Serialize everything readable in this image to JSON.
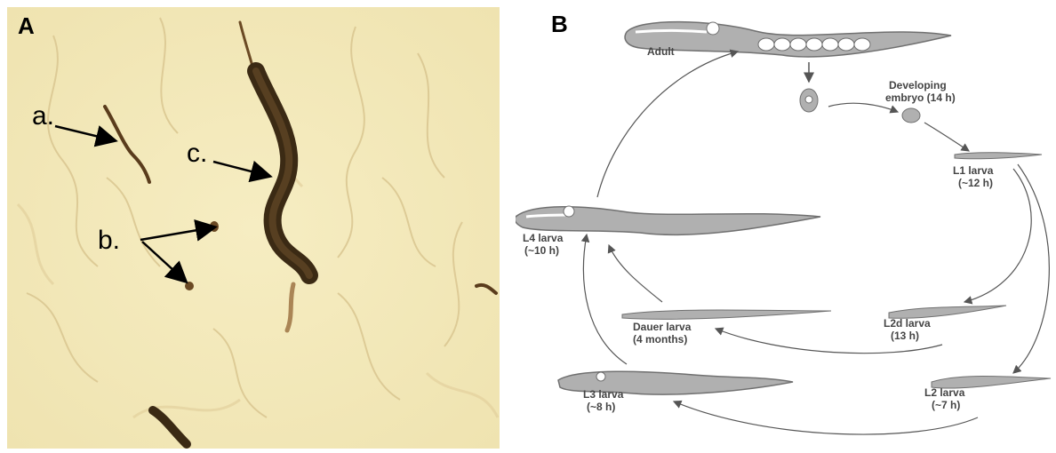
{
  "panel_a": {
    "letter": "A",
    "labels": {
      "a": "a.",
      "b": "b.",
      "c": "c."
    },
    "colors": {
      "background": "#f3e9b8",
      "worm_dark": "#3b2a14",
      "worm_light": "#8a5a2a"
    }
  },
  "panel_b": {
    "letter": "B",
    "stages": {
      "adult": {
        "line1": "Adult"
      },
      "embryo": {
        "line1": "Developing",
        "line2": "embryo (14 h)"
      },
      "l1": {
        "line1": "L1 larva",
        "line2": "(~12 h)"
      },
      "l2d": {
        "line1": "L2d larva",
        "line2": "(13 h)"
      },
      "l2": {
        "line1": "L2 larva",
        "line2": "(~7 h)"
      },
      "l3": {
        "line1": "L3 larva",
        "line2": "(~8 h)"
      },
      "dauer": {
        "line1": "Dauer larva",
        "line2": "(4 months)"
      },
      "l4": {
        "line1": "L4 larva",
        "line2": "(~10 h)"
      }
    },
    "colors": {
      "worm_fill": "#b0b0b0",
      "worm_stroke": "#707070",
      "arrow": "#555555"
    }
  }
}
